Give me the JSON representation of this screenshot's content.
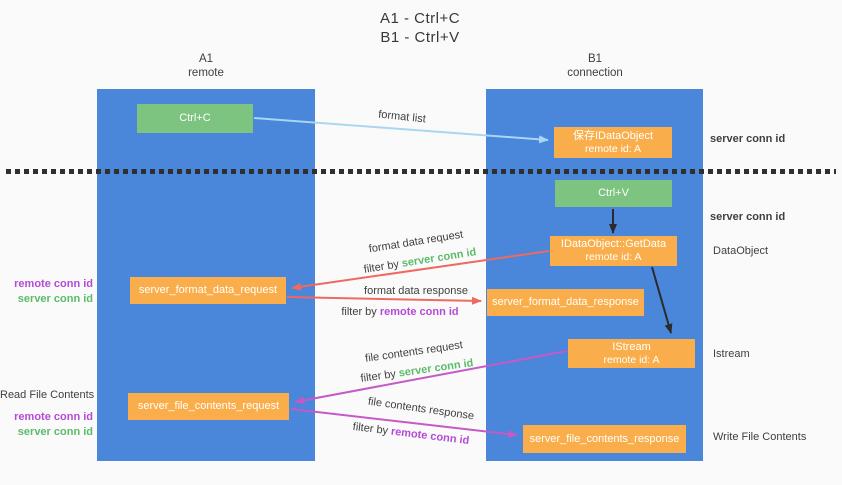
{
  "title": {
    "line1": "A1 - Ctrl+C",
    "line2": "B1 - Ctrl+V"
  },
  "columns": {
    "a1": {
      "name": "A1",
      "subtitle": "remote"
    },
    "b1": {
      "name": "B1",
      "subtitle": "connection"
    }
  },
  "nodes": {
    "ctrl_c": {
      "label": "Ctrl+C"
    },
    "save_idataobject": {
      "line1": "保存IDataObject",
      "line2": "remote id: A"
    },
    "ctrl_v": {
      "label": "Ctrl+V"
    },
    "idataobject_getdata": {
      "line1": "IDataObject::GetData",
      "line2": "remote id: A"
    },
    "server_format_data_request": {
      "label": "server_format_data_request"
    },
    "server_format_data_response": {
      "label": "server_format_data_response"
    },
    "istream": {
      "line1": "IStream",
      "line2": "remote id: A"
    },
    "server_file_contents_request": {
      "label": "server_file_contents_request"
    },
    "server_file_contents_response": {
      "label": "server_file_contents_response"
    }
  },
  "edge_labels": {
    "format_list": "format list",
    "format_data_request": "format data request",
    "format_data_response": "format data response",
    "file_contents_request": "file contents request",
    "file_contents_response": "file contents response",
    "filter_by": "filter by",
    "server_conn_id": "server conn id",
    "remote_conn_id": "remote conn id"
  },
  "side_labels": {
    "right_top_server_conn_id": "server conn id",
    "right_mid_server_conn_id": "server conn id",
    "right_dataobject": "DataObject",
    "right_istream": "Istream",
    "right_write_file_contents": "Write File Contents",
    "left_top_remote_conn_id": "remote conn id",
    "left_top_server_conn_id": "server conn id",
    "left_read_file_contents": "Read File Contents",
    "left_bottom_remote_conn_id": "remote conn id",
    "left_bottom_server_conn_id": "server conn id"
  },
  "colors": {
    "column_blue": "#4a86d9",
    "node_orange": "#f9ae4b",
    "node_green": "#7cc47f",
    "green_text": "#5cbb6a",
    "purple_text": "#b44bd6",
    "red_arrow": "#ee6a60",
    "magenta_arrow": "#c45ac8",
    "light_blue_arrow": "#a9d6f2",
    "black_arrow": "#2b2b2b",
    "dark_text": "#3f3f3f",
    "background": "#fafafa"
  }
}
